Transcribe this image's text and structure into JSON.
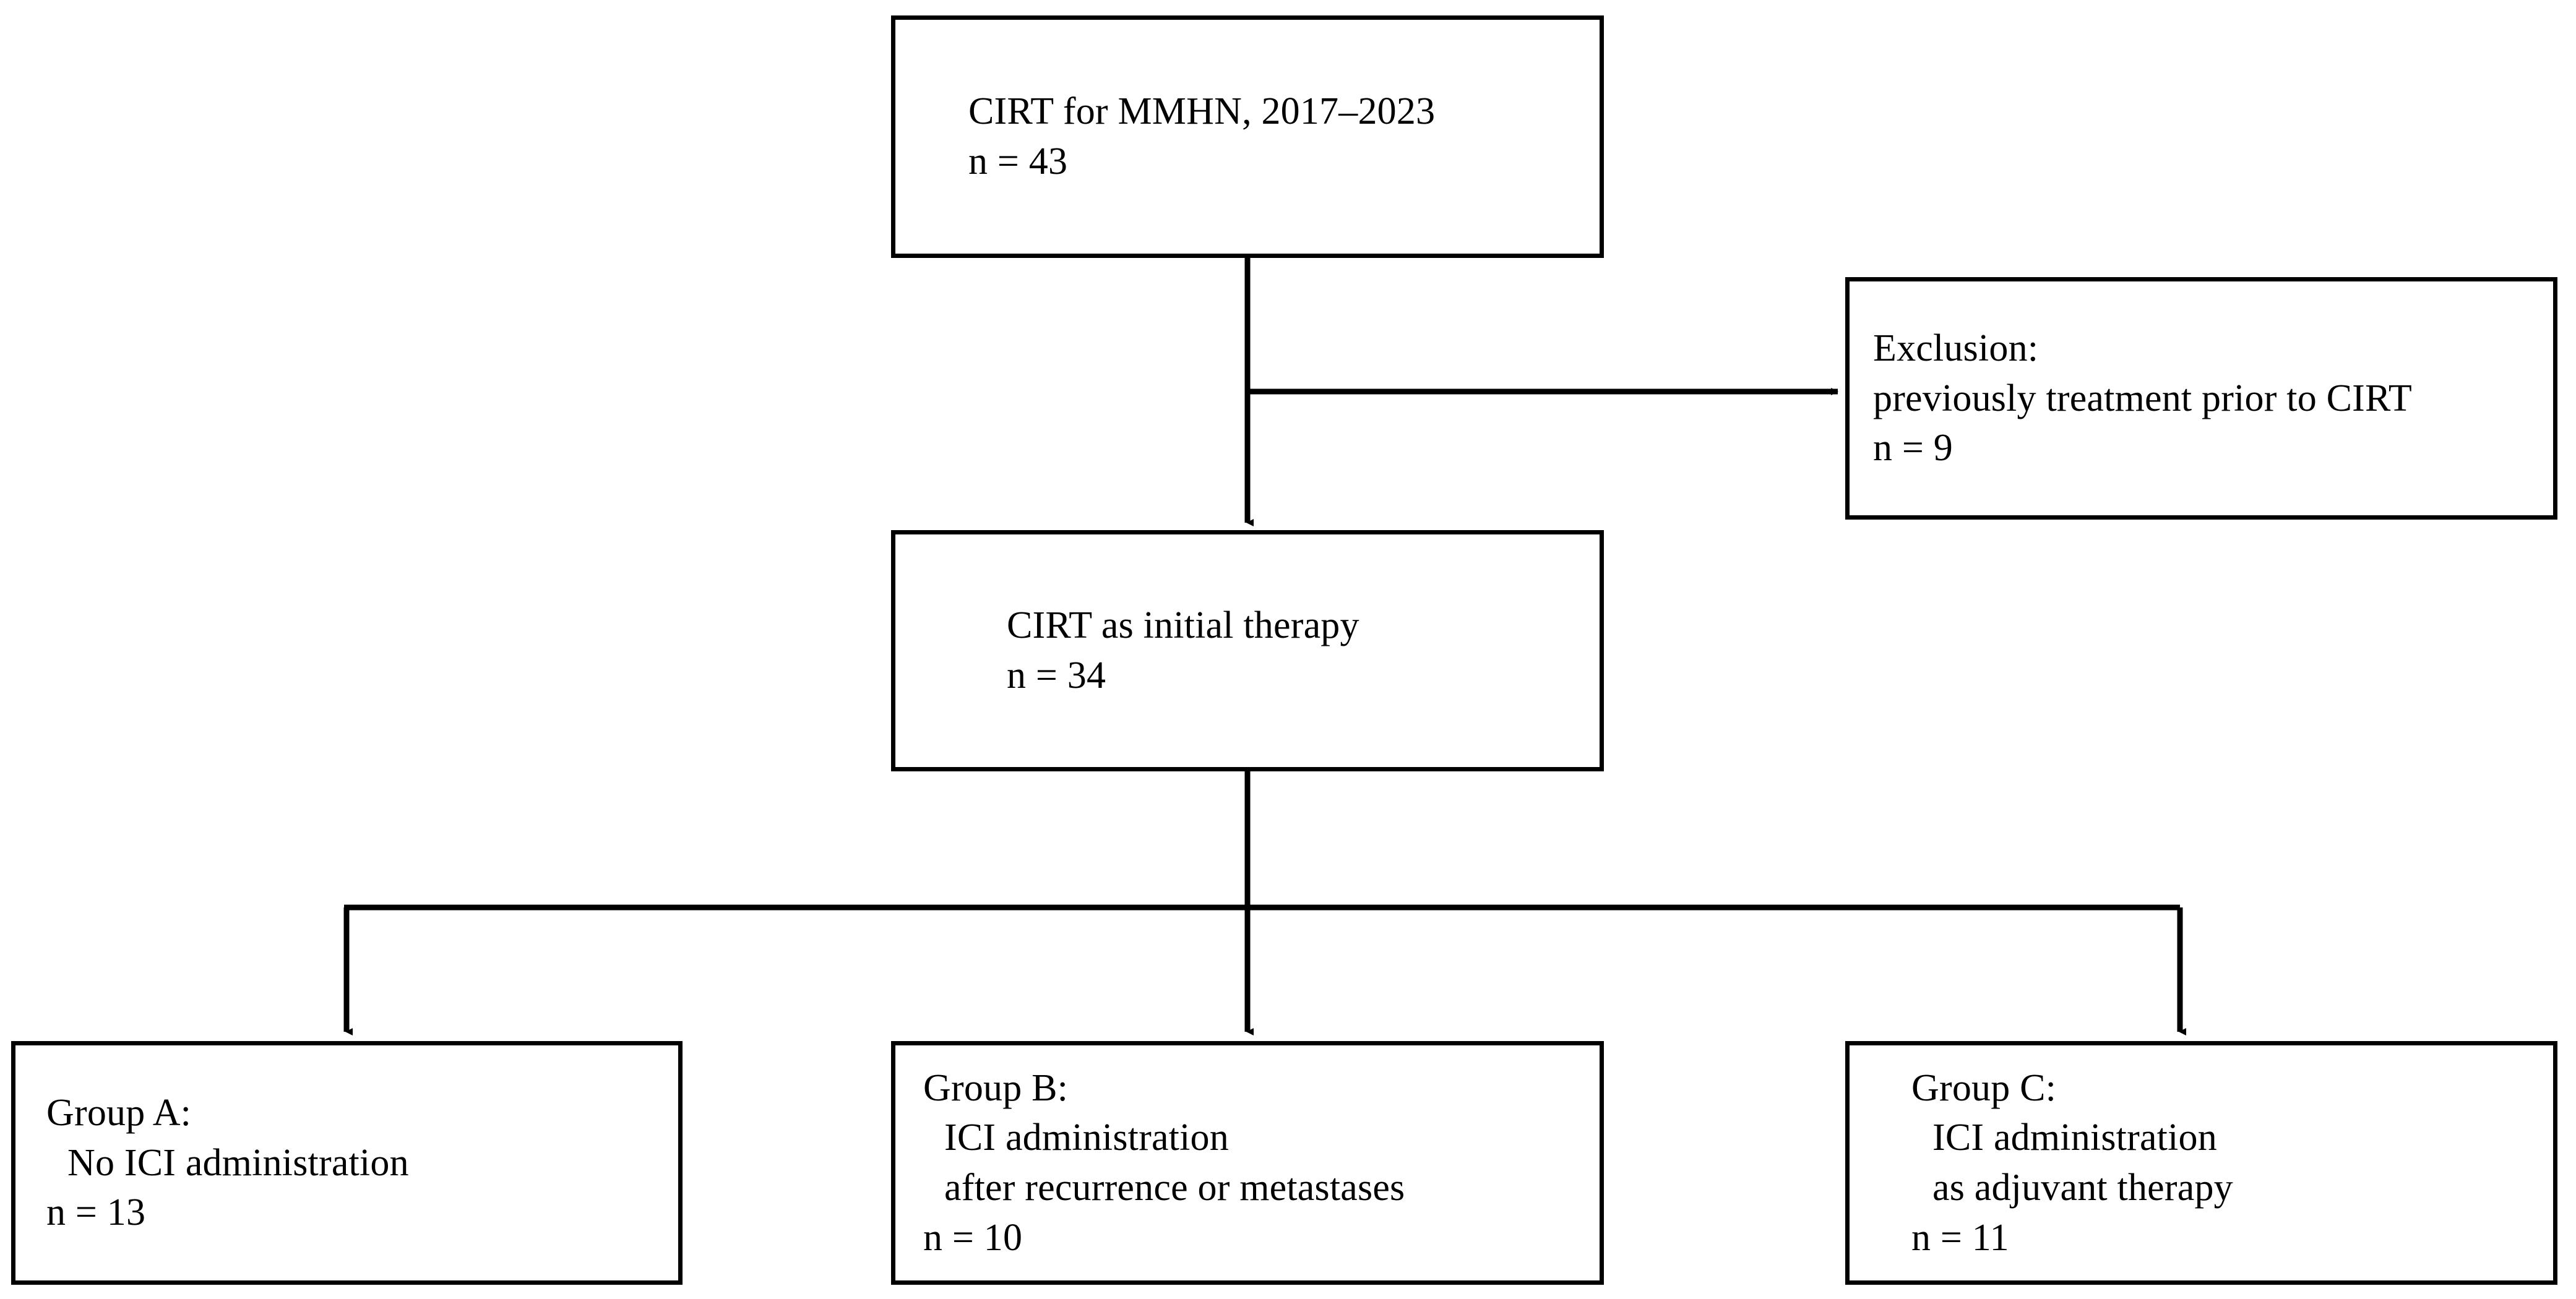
{
  "diagram": {
    "title": "CIRT for MMHN patient selection flowchart",
    "line_color": "#000000",
    "box_fill": "#ffffff",
    "box_border_color": "#000000"
  },
  "nodes": {
    "top": {
      "name": "cirt-cohort",
      "lines": [
        "CIRT for MMHN, 2017–2023",
        "n = 43"
      ]
    },
    "exclusion": {
      "name": "exclusion",
      "lines": [
        "Exclusion:",
        "previously treatment prior to CIRT",
        "n = 9"
      ]
    },
    "initial": {
      "name": "cirt-initial-therapy",
      "lines": [
        "CIRT as initial therapy",
        "n = 34"
      ]
    },
    "group_a": {
      "name": "group-a",
      "lines": [
        "Group A:",
        "No ICI administration",
        "n = 13"
      ]
    },
    "group_b": {
      "name": "group-b",
      "lines": [
        "Group B:",
        "ICI administration",
        "after recurrence or metastases",
        "n = 10"
      ]
    },
    "group_c": {
      "name": "group-c",
      "lines": [
        "Group C:",
        "ICI administration",
        "as adjuvant therapy",
        "n = 11"
      ]
    }
  },
  "chart_data": {
    "type": "diagram",
    "title": "CIRT for MMHN patient flow, 2017–2023",
    "flow": [
      {
        "id": "top",
        "label": "CIRT for MMHN, 2017–2023",
        "n": 43
      },
      {
        "id": "exclusion",
        "label": "Exclusion: previously treatment prior to CIRT",
        "n": 9
      },
      {
        "id": "initial",
        "label": "CIRT as initial therapy",
        "n": 34
      },
      {
        "id": "group_a",
        "label": "Group A: No ICI administration",
        "n": 13
      },
      {
        "id": "group_b",
        "label": "Group B: ICI administration after recurrence or metastases",
        "n": 10
      },
      {
        "id": "group_c",
        "label": "Group C: ICI administration as adjuvant therapy",
        "n": 11
      }
    ],
    "edges": [
      {
        "from": "top",
        "to": "exclusion",
        "style": "branch-right"
      },
      {
        "from": "top",
        "to": "initial",
        "style": "down"
      },
      {
        "from": "initial",
        "to": "group_a",
        "style": "split-left"
      },
      {
        "from": "initial",
        "to": "group_b",
        "style": "split-center"
      },
      {
        "from": "initial",
        "to": "group_c",
        "style": "split-right"
      }
    ]
  }
}
